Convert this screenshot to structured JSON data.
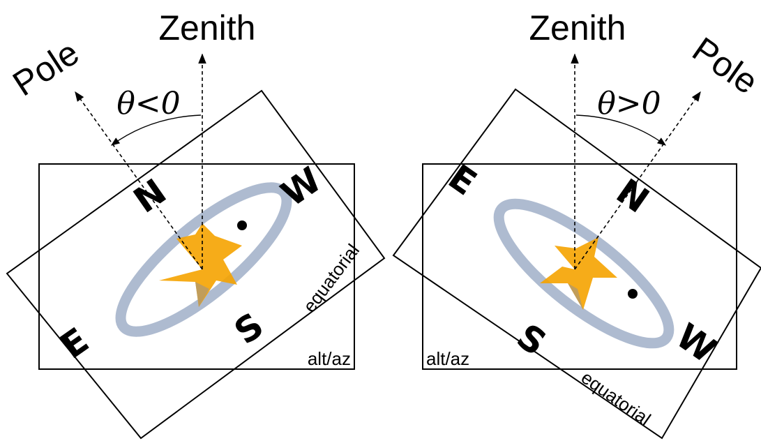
{
  "diagrams": [
    {
      "id": "left",
      "zenith": "Zenith",
      "pole": "Pole",
      "angle": "θ<0",
      "N": "N",
      "E": "E",
      "S": "S",
      "W": "W",
      "frame_altaz": "alt/az",
      "frame_equatorial": "equatorial"
    },
    {
      "id": "right",
      "zenith": "Zenith",
      "pole": "Pole",
      "angle": "θ>0",
      "N": "N",
      "E": "E",
      "S": "S",
      "W": "W",
      "frame_altaz": "alt/az",
      "frame_equatorial": "equatorial"
    }
  ],
  "colors": {
    "orbit": "#aebbd0",
    "star": "#f5a300",
    "line": "#000000"
  }
}
